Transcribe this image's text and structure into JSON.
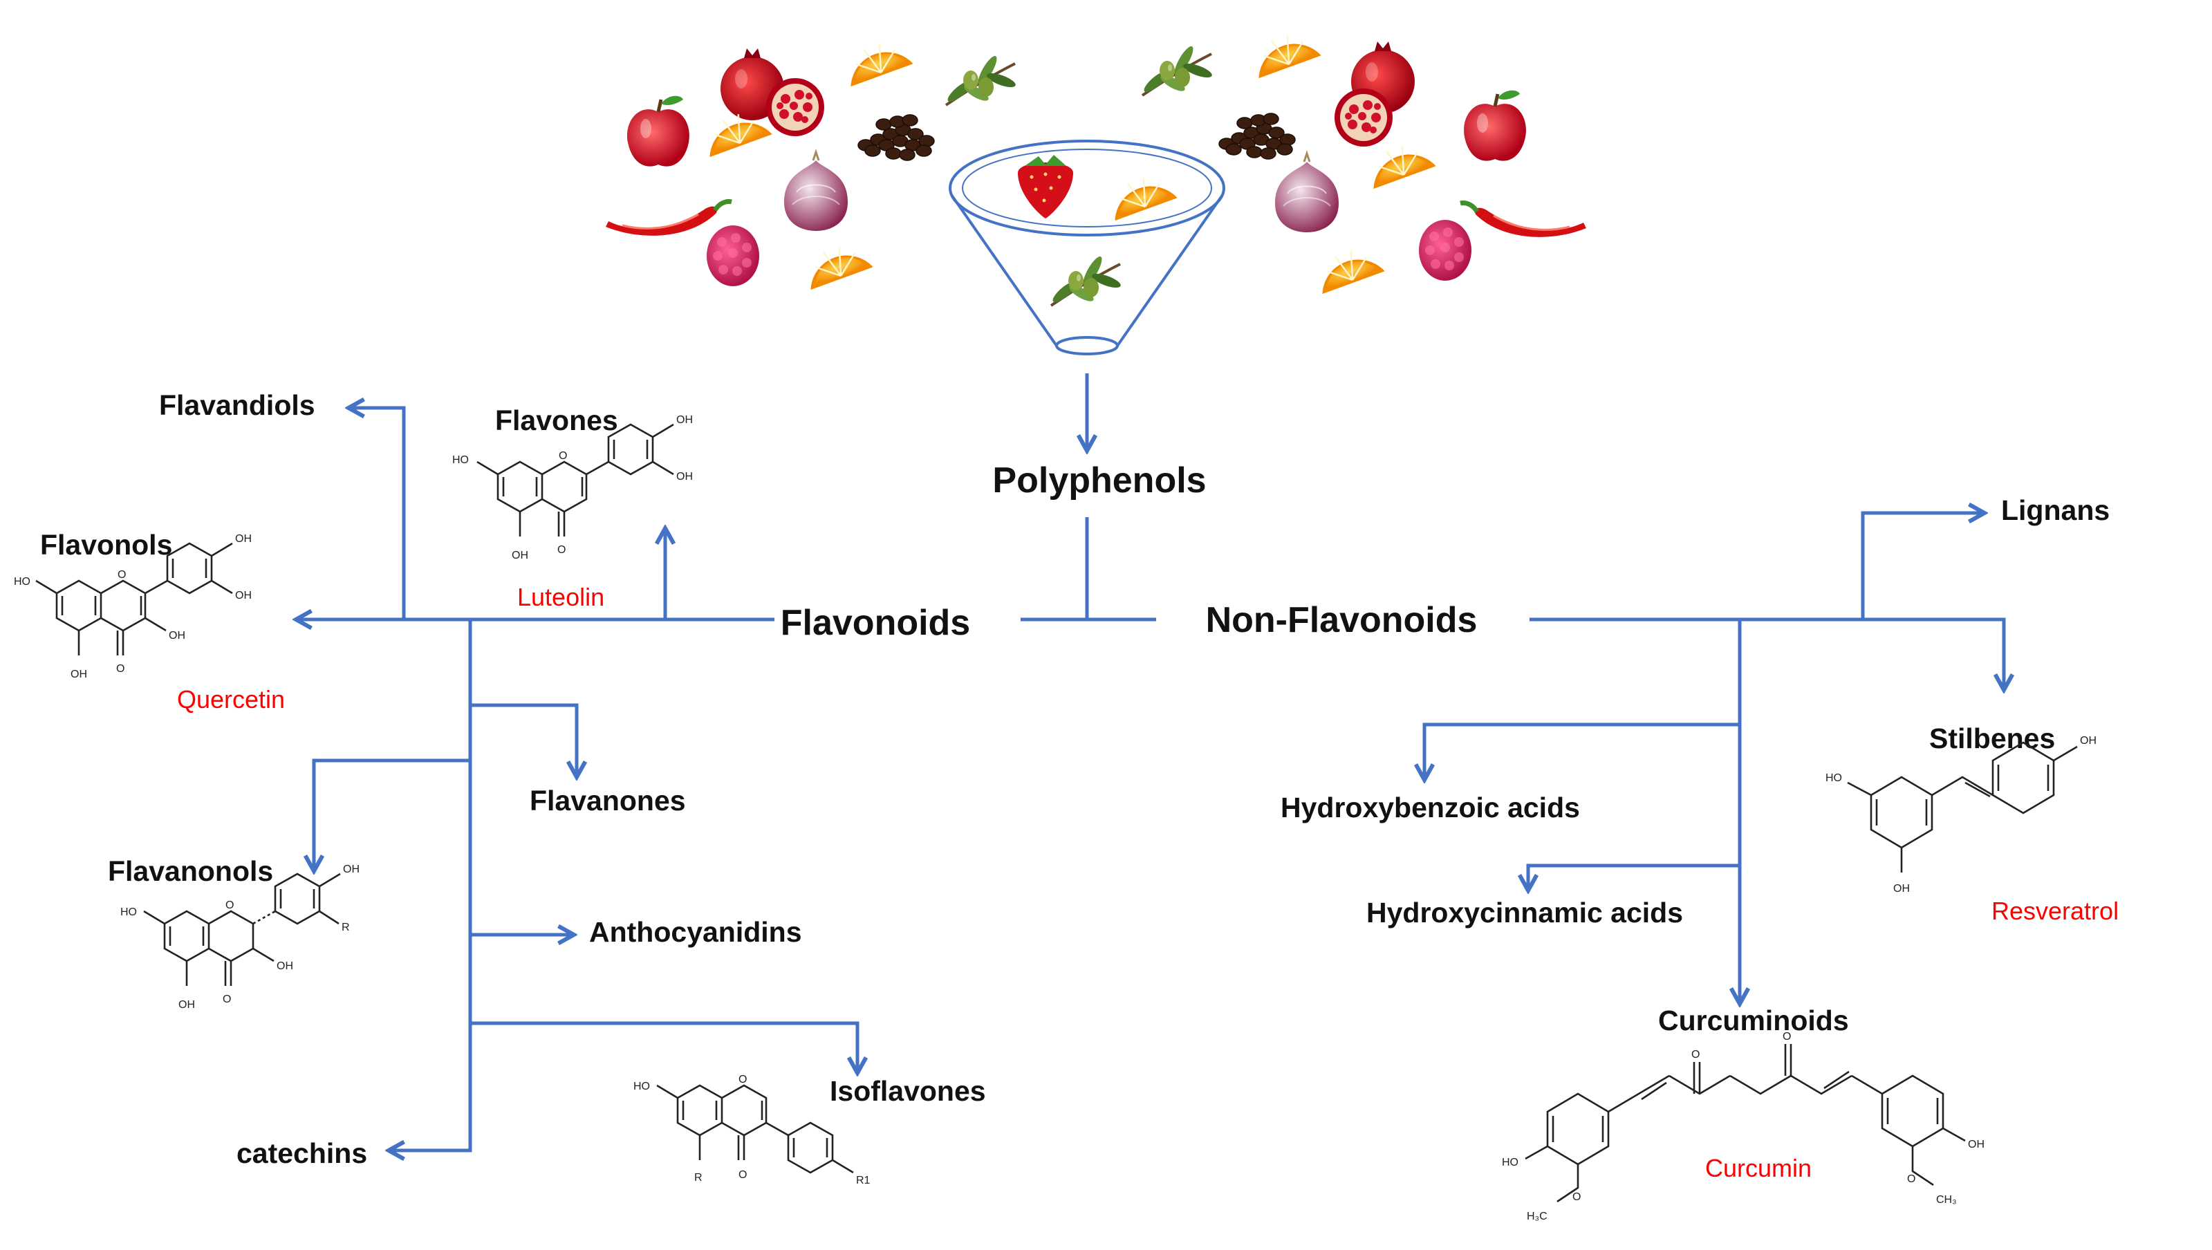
{
  "colors": {
    "arrow": "#4472C4",
    "compound_name": "#ff0000",
    "text": "#111111"
  },
  "icons": [
    "apple-icon",
    "orange-slice-icon",
    "pomegranate-icon",
    "olive-branch-icon",
    "coffee-beans-icon",
    "onion-icon",
    "chili-pepper-icon",
    "raspberry-icon",
    "strawberry-icon",
    "funnel-icon"
  ],
  "diagram": {
    "root": "Polyphenols",
    "flavonoids": {
      "label": "Flavonoids",
      "classes": {
        "flavandiols": "Flavandiols",
        "flavones": "Flavones",
        "flavonols": "Flavonols",
        "flavanones": "Flavanones",
        "flavanonols": "Flavanonols",
        "anthocyanidins": "Anthocyanidins",
        "catechins": "catechins",
        "isoflavones": "Isoflavones"
      },
      "compounds": {
        "luteolin": "Luteolin",
        "quercetin": "Quercetin"
      }
    },
    "non_flavonoids": {
      "label": "Non-Flavonoids",
      "classes": {
        "lignans": "Lignans",
        "stilbenes": "Stilbenes",
        "hydroxybenzoic": "Hydroxybenzoic acids",
        "hydroxycinnamic": "Hydroxycinnamic acids",
        "curcuminoids": "Curcuminoids"
      },
      "compounds": {
        "resveratrol": "Resveratrol",
        "curcumin": "Curcumin"
      }
    }
  },
  "atoms": {
    "hydroxyl": "OH",
    "ho": "HO",
    "oxygen": "O",
    "r": "R",
    "r1": "R1",
    "methoxy": "O",
    "methyl": "CH₃",
    "methyl_left": "H₃C"
  }
}
